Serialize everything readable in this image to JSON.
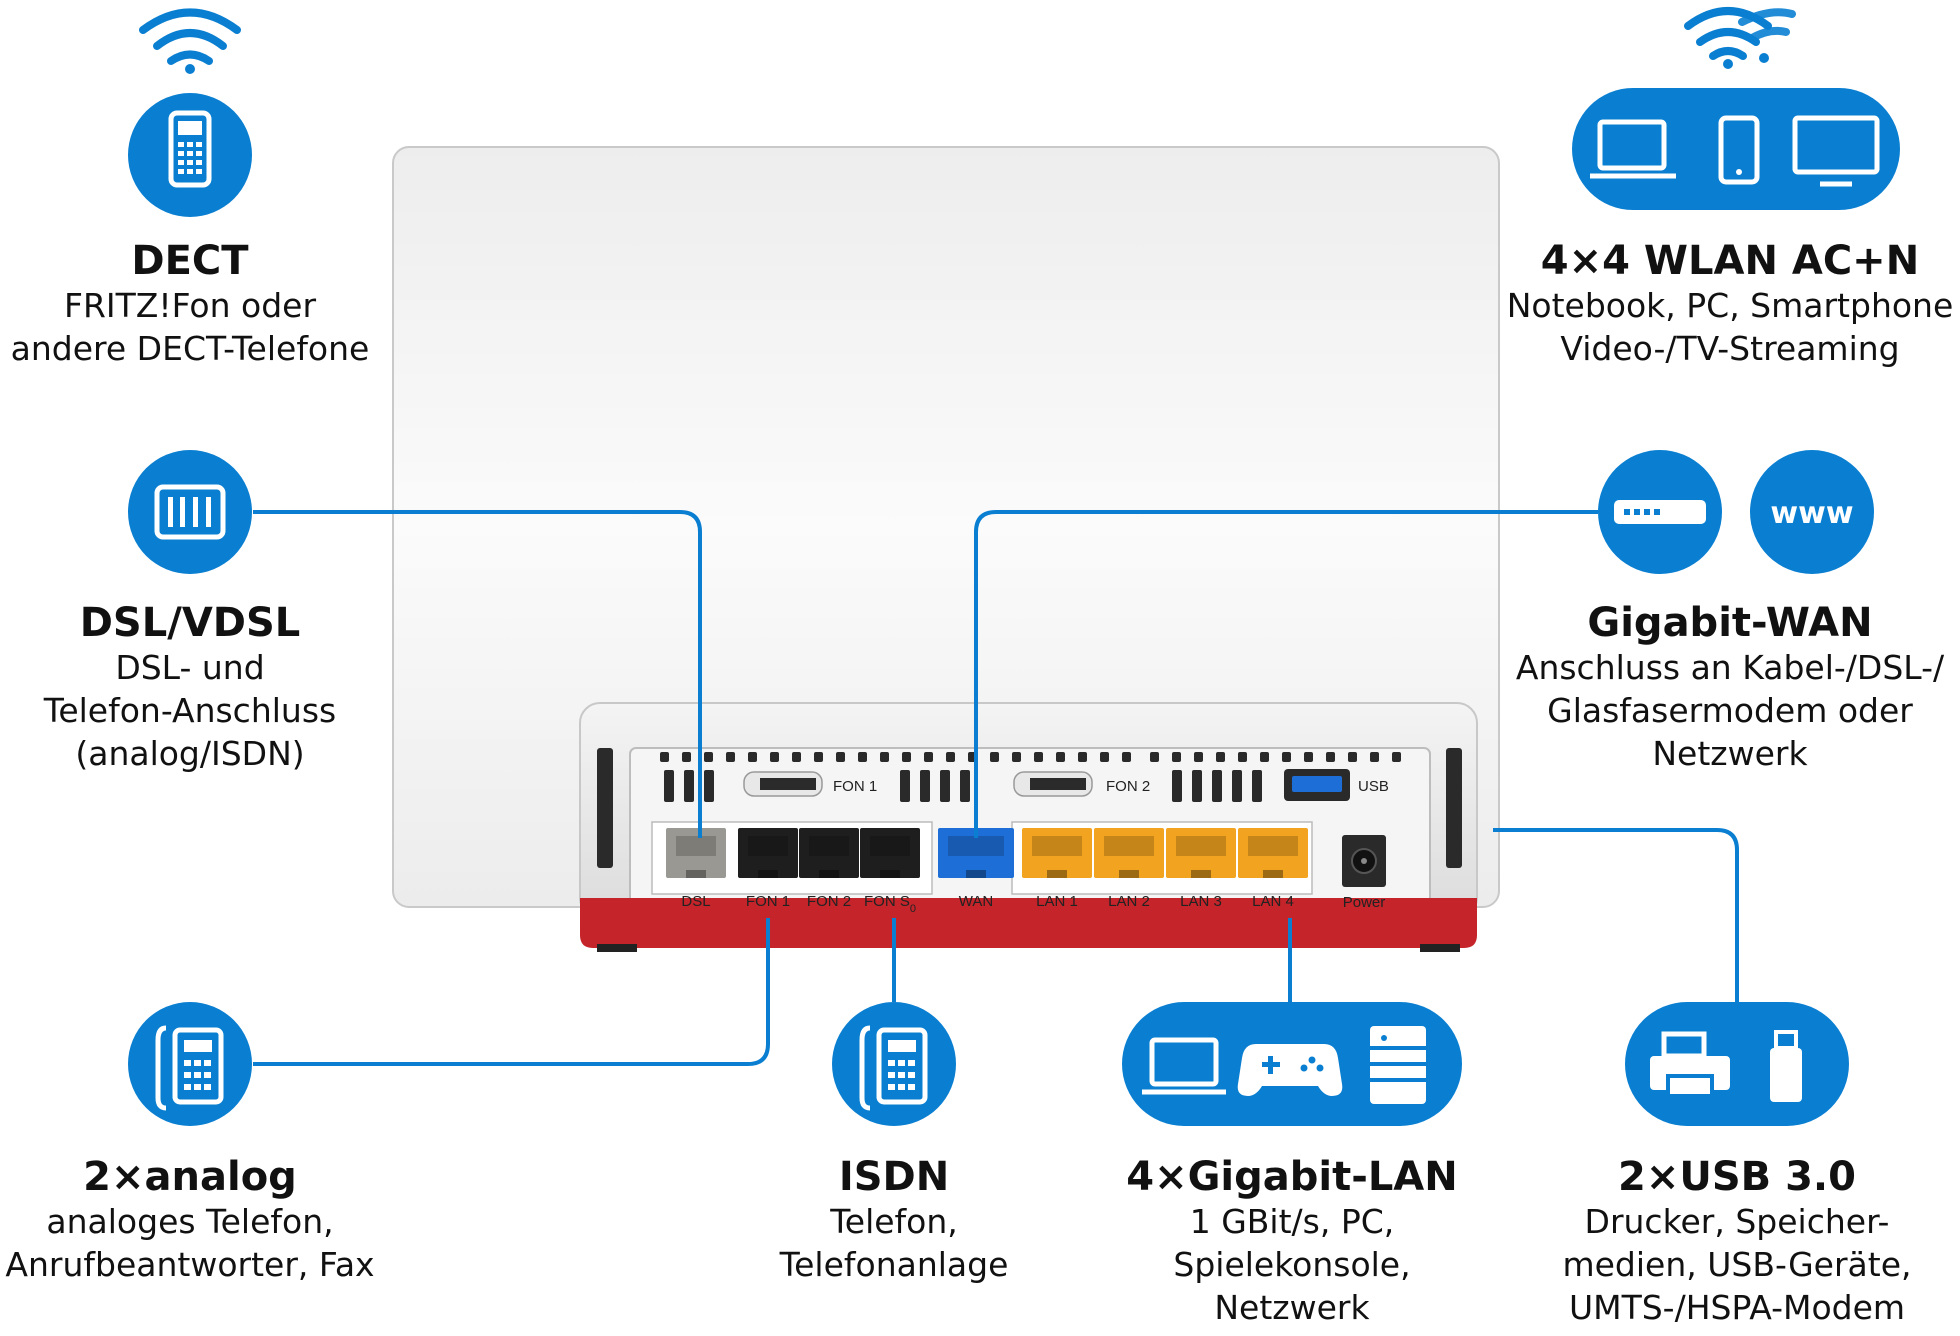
{
  "colors": {
    "accent": "#0a7fd1",
    "router_red": "#c4242a",
    "port_lan": "#f2a31f",
    "port_wan": "#1d6ed6"
  },
  "features": {
    "dect": {
      "title": "DECT",
      "lines": [
        "FRITZ!Fon oder",
        "andere DECT-Telefone"
      ],
      "icon": "cordless-phone-icon"
    },
    "wlan": {
      "title": "4×4 WLAN AC+N",
      "lines": [
        "Notebook, PC, Smartphone",
        "Video-/TV-Streaming"
      ],
      "icons": [
        "laptop-icon",
        "smartphone-icon",
        "monitor-icon"
      ]
    },
    "dsl": {
      "title": "DSL/VDSL",
      "lines": [
        "DSL- und",
        "Telefon-Anschluss",
        "(analog/ISDN)"
      ],
      "icon": "dsl-socket-icon"
    },
    "wan": {
      "title": "Gigabit-WAN",
      "lines": [
        "Anschluss an Kabel-/DSL-/",
        "Glasfasermodem oder",
        "Netzwerk"
      ],
      "icons": [
        "modem-icon",
        "www-icon"
      ],
      "www_text": "www"
    },
    "analog": {
      "title": "2×analog",
      "lines": [
        "analoges Telefon,",
        "Anrufbeantworter, Fax"
      ],
      "icon": "desk-phone-icon"
    },
    "isdn": {
      "title": "ISDN",
      "lines": [
        "Telefon,",
        "Telefonanlage"
      ],
      "icon": "desk-phone-icon"
    },
    "lan": {
      "title": "4×Gigabit-LAN",
      "lines": [
        "1 GBit/s, PC,",
        "Spielekonsole,",
        "Netzwerk"
      ],
      "icons": [
        "laptop-icon",
        "gamepad-icon",
        "server-icon"
      ]
    },
    "usb": {
      "title": "2×USB 3.0",
      "lines": [
        "Drucker, Speicher-",
        "medien, USB-Geräte,",
        "UMTS-/HSPA-Modem"
      ],
      "icons": [
        "printer-icon",
        "usb-stick-icon"
      ]
    }
  },
  "router": {
    "top_labels": {
      "fon1": "FON 1",
      "fon2": "FON 2",
      "usb": "USB"
    },
    "ports": [
      {
        "label": "DSL",
        "sub": "",
        "color": "#9a9892"
      },
      {
        "label": "FON 1",
        "sub": "",
        "color": "#1e1e1e"
      },
      {
        "label": "FON 2",
        "sub": "",
        "color": "#1e1e1e"
      },
      {
        "label": "FON S",
        "sub": "0",
        "color": "#1e1e1e"
      },
      {
        "label": "WAN",
        "sub": "",
        "color": "#1d6ed6"
      },
      {
        "label": "LAN 1",
        "sub": "",
        "color": "#f2a31f"
      },
      {
        "label": "LAN 2",
        "sub": "",
        "color": "#f2a31f"
      },
      {
        "label": "LAN 3",
        "sub": "",
        "color": "#f2a31f"
      },
      {
        "label": "LAN 4",
        "sub": "",
        "color": "#f2a31f"
      }
    ],
    "power_label": "Power"
  }
}
